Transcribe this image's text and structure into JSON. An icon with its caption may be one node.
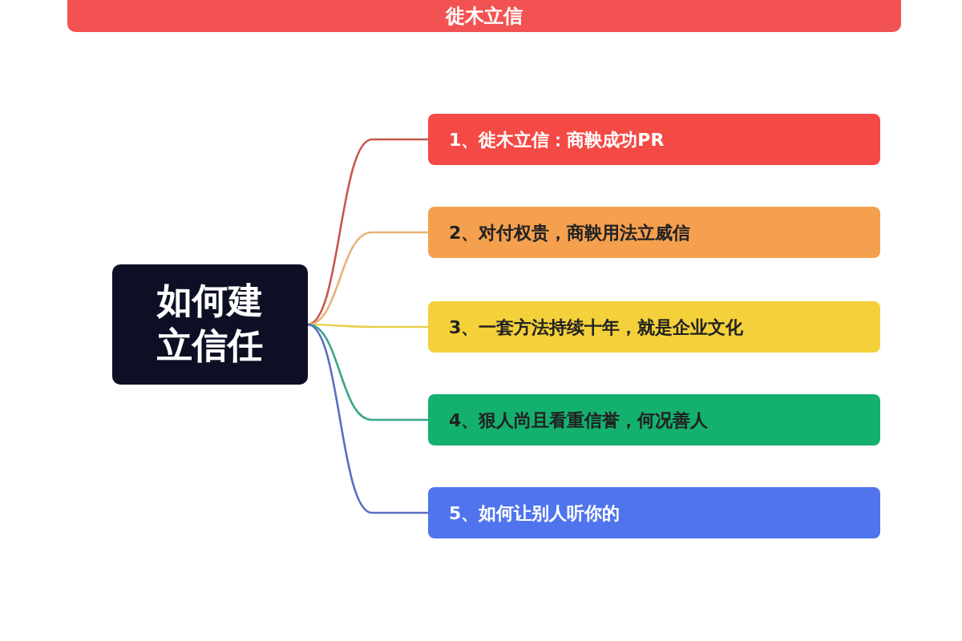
{
  "diagram": {
    "title": "徙木立信",
    "nodes": [
      {
        "text": [
          "如何建立信任"
        ]
      },
      {
        "text": [
          "1、徙木立信：商鞅成功PR"
        ]
      },
      {
        "text": [
          "2、对付权贵，商鞅用法立威信"
        ]
      },
      {
        "text": [
          "3、一套方法持续十年，就是企业文化"
        ]
      },
      {
        "text": [
          "4、狠人尚且看重信誉，何况善人"
        ]
      },
      {
        "text": [
          "5、如何让别人听你的"
        ]
      }
    ],
    "edges": [
      {
        "from": 0,
        "to": 1,
        "arrow": "none",
        "color": "#c8574e"
      },
      {
        "from": 0,
        "to": 2,
        "arrow": "none",
        "color": "#e9b27a"
      },
      {
        "from": 0,
        "to": 3,
        "arrow": "none",
        "color": "#e8d04a"
      },
      {
        "from": 0,
        "to": 4,
        "arrow": "none",
        "color": "#3aa58a"
      },
      {
        "from": 0,
        "to": 5,
        "arrow": "none",
        "color": "#5a6fc0"
      }
    ]
  }
}
